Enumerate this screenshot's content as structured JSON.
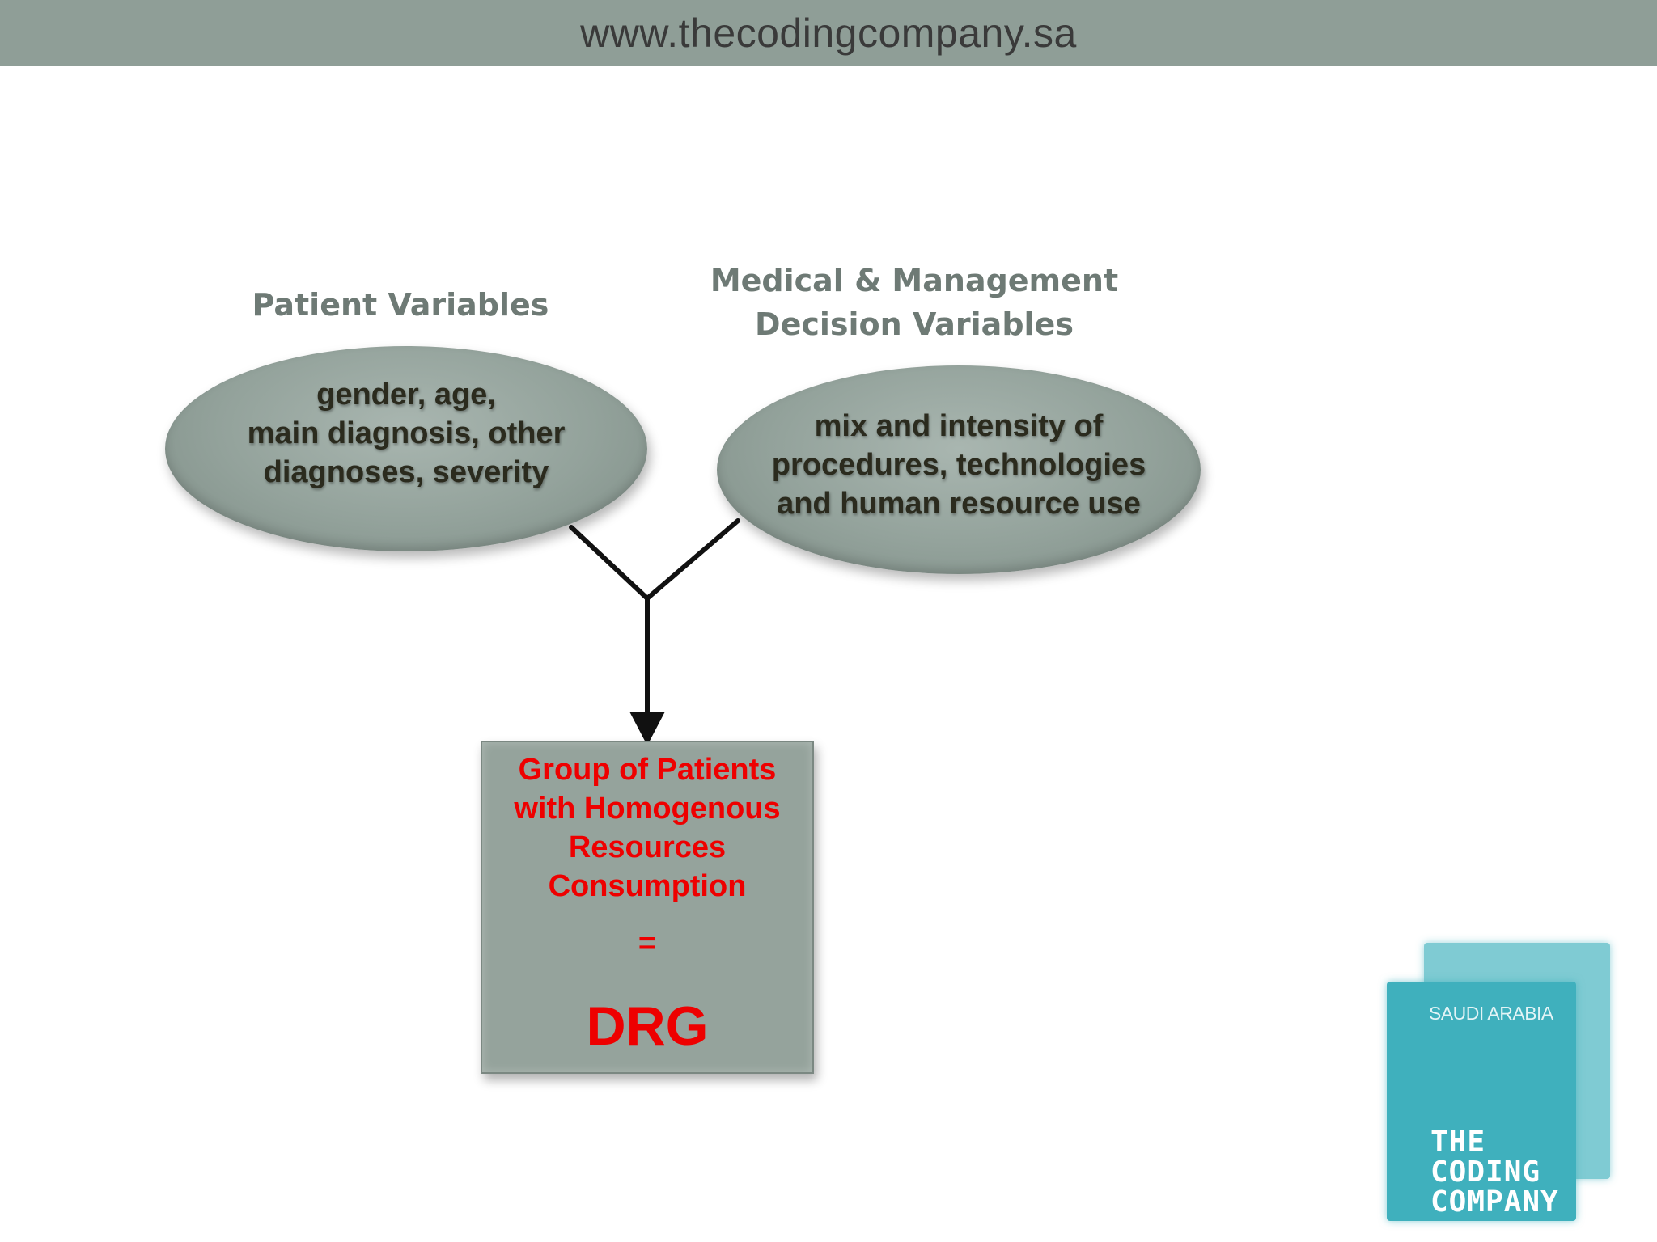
{
  "header": {
    "url": "www.thecodingcompany.sa"
  },
  "diagram": {
    "patient_label": "Patient Variables",
    "patient_items": "gender, age,\nmain diagnosis, other\ndiagnoses, severity",
    "medical_label": "Medical & Management\nDecision Variables",
    "medical_items": "mix and intensity of\nprocedures, technologies\nand  human resource use",
    "result_description": "Group of Patients\nwith Homogenous\nResources\nConsumption",
    "result_equals": "=",
    "result_term": "DRG"
  },
  "logo": {
    "region": "SAUDI ARABIA",
    "name": "THE\nCODING\nCOMPANY"
  },
  "colors": {
    "header_bg": "#8f9e97",
    "shape_fill": "#95a39c",
    "category_text": "#6e7a75",
    "result_text": "#ee0000",
    "logo_teal": "#3fb0bd"
  }
}
